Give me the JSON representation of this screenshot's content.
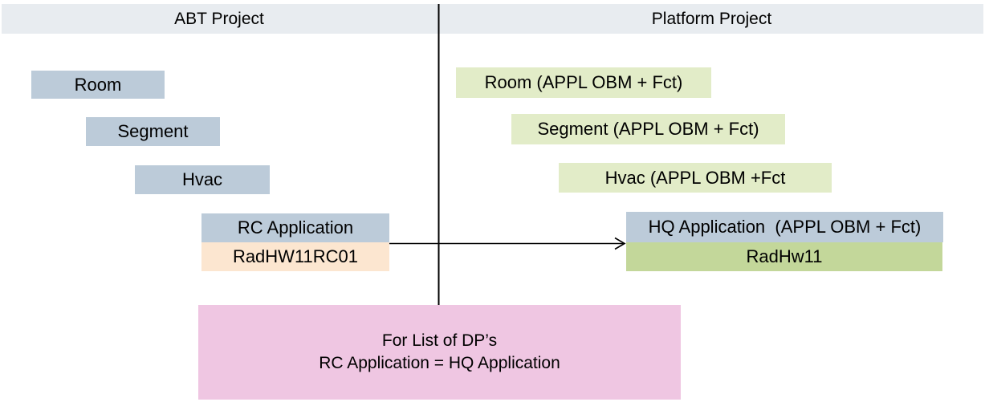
{
  "headers": {
    "left": "ABT Project",
    "right": "Platform Project"
  },
  "abt": {
    "room": "Room",
    "segment": "Segment",
    "hvac": "Hvac",
    "rc_application": "RC Application",
    "rc_instance": "RadHW11RC01"
  },
  "platform": {
    "room": "Room (APPL OBM + Fct)",
    "segment": "Segment (APPL OBM + Fct)",
    "hvac": "Hvac (APPL OBM +Fct",
    "hq_application": "HQ Application  (APPL OBM + Fct)",
    "hq_instance": "RadHw11"
  },
  "note": {
    "line1": "For List of DP’s",
    "line2": "RC Application = HQ Application"
  },
  "colors": {
    "header_bg": "#e8ecf0",
    "box_blue": "#bccbd9",
    "box_green_light": "#e2ecc8",
    "box_green": "#c3d79a",
    "box_peach": "#fce6d0",
    "note_pink": "#efc6e2",
    "line": "#000000"
  }
}
